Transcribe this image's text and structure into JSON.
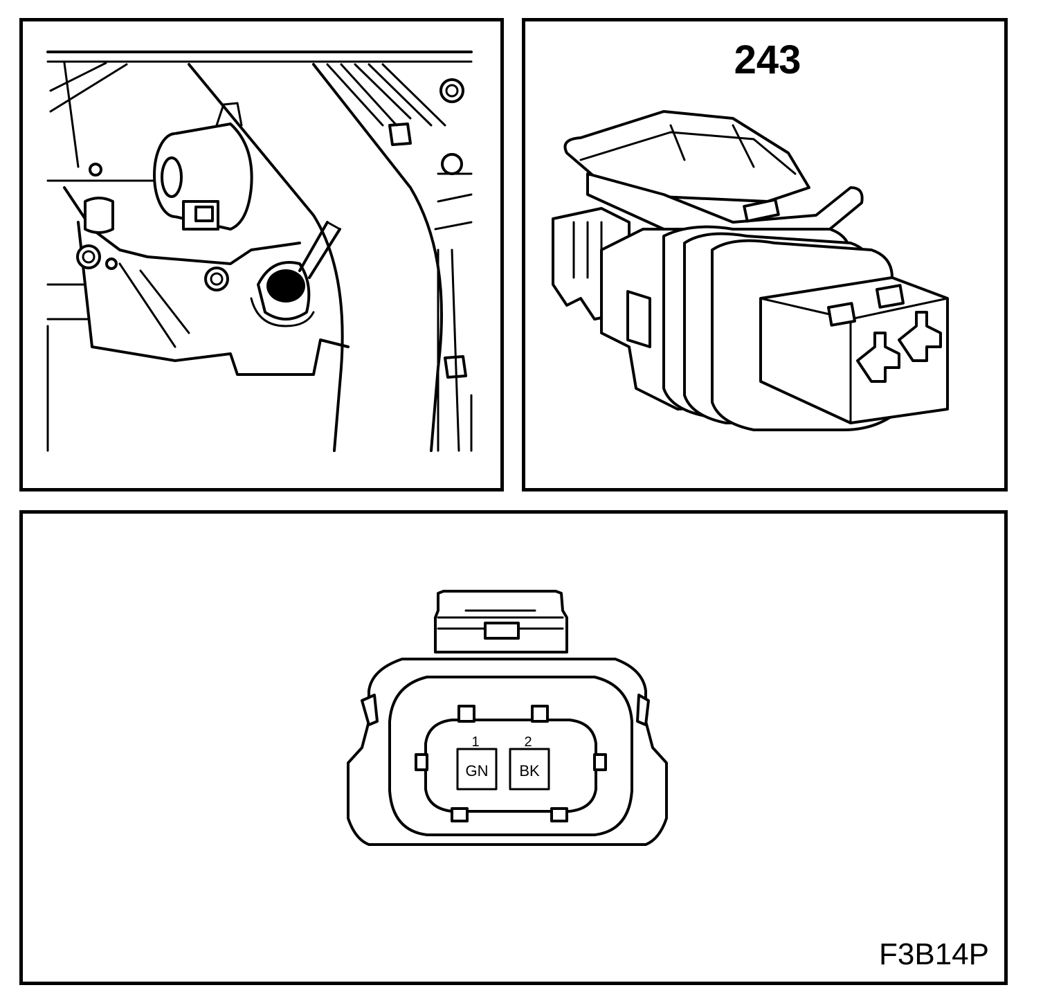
{
  "connector_id": "243",
  "figure_code": "F3B14P",
  "pins": [
    {
      "number": "1",
      "color": "GN"
    },
    {
      "number": "2",
      "color": "BK"
    }
  ]
}
